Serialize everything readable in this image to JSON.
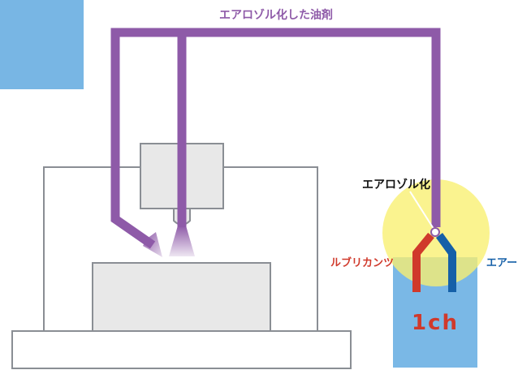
{
  "labels": {
    "pipe_title": "エアロゾル化した油剤",
    "aerosolize": "エアロゾル化",
    "lubricant": "ルブリカンツ",
    "air": "エアー",
    "channel": "1ch"
  },
  "colors": {
    "pipe": "#8e5aa8",
    "lubricant": "#d0392b",
    "air": "#1560a8",
    "tank": "#7ab8e6",
    "corner_block": "#78b6e4",
    "highlight": "#f8f070",
    "machine_fill": "#e8e8e8",
    "machine_stroke": "#8a8e94"
  }
}
